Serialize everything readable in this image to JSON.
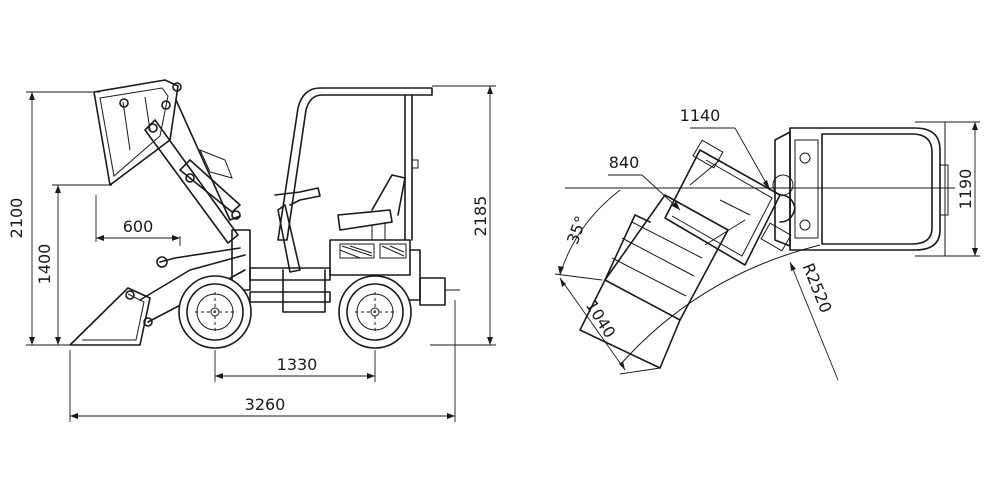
{
  "dimensions": {
    "bucket_height_max": "2100",
    "bucket_pin_height": "1400",
    "reach": "600",
    "wheelbase": "1330",
    "overall_length": "3260",
    "overall_height": "2185",
    "turn_width": "1140",
    "body_width": "840",
    "articulation_angle": "35°",
    "bucket_width": "1040",
    "turn_radius": "R2520",
    "overall_width": "1190"
  }
}
